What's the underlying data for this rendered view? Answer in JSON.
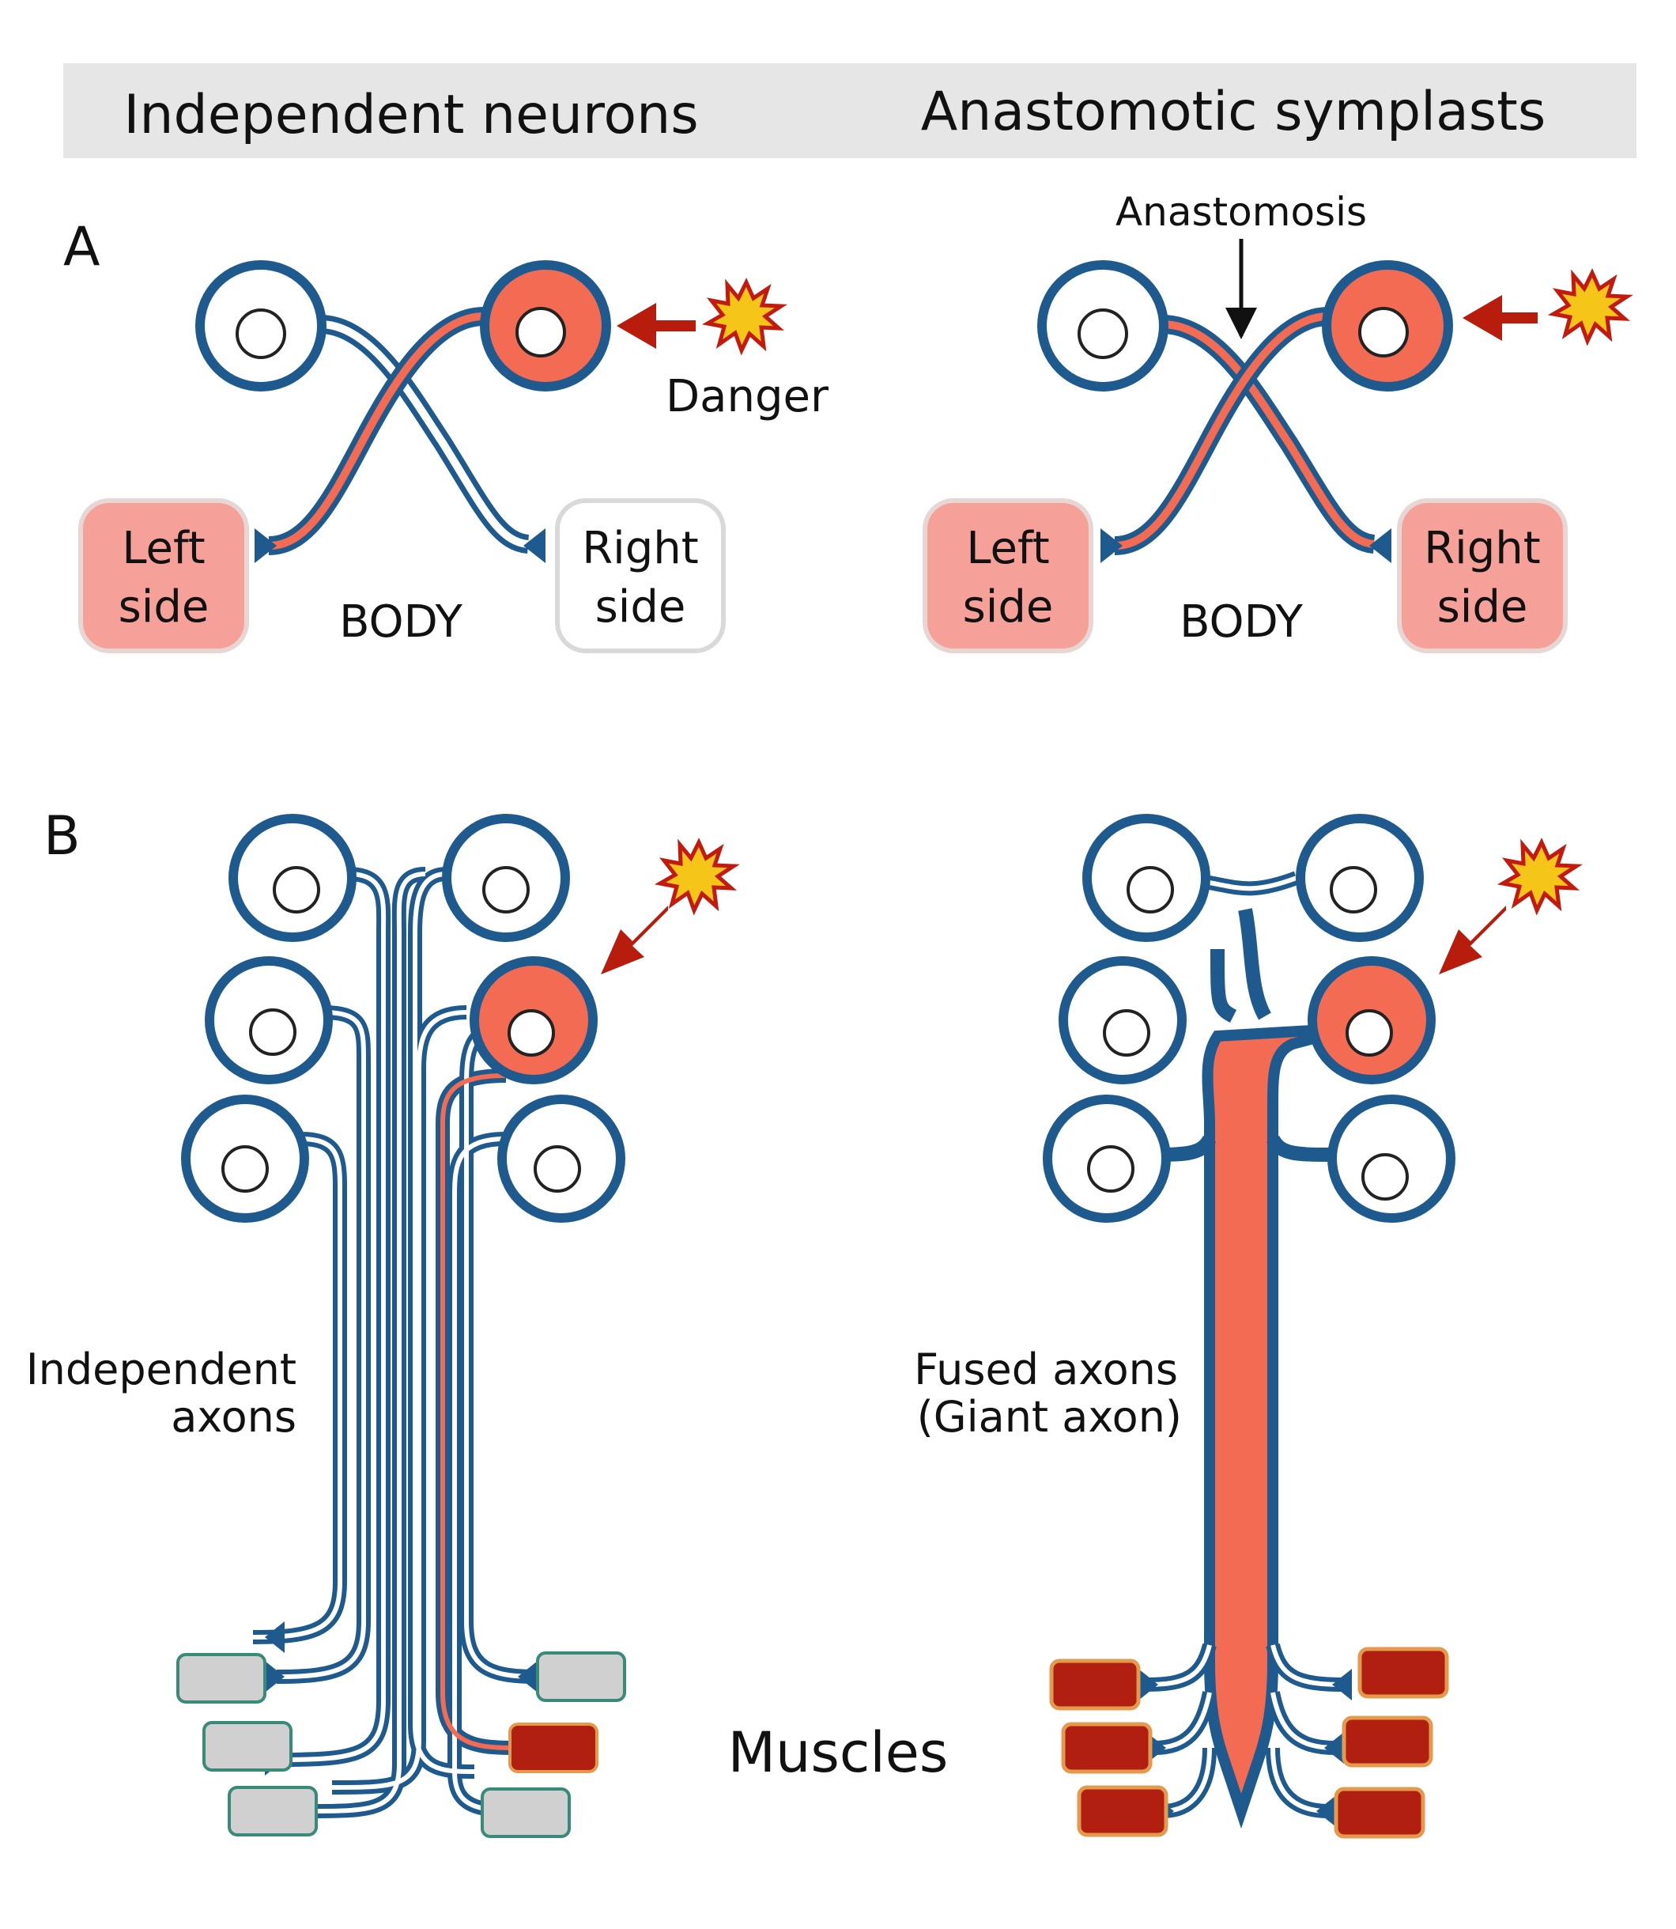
{
  "header": {
    "left_title": "Independent neurons",
    "right_title": "Anastomotic symplasts"
  },
  "panel_a": {
    "label": "A",
    "anastomosis_label": "Anastomosis",
    "danger_label": "Danger",
    "left_side_line1": "Left",
    "left_side_line2": "side",
    "right_side_line1": "Right",
    "right_side_line2": "side",
    "body_label": "BODY"
  },
  "panel_b": {
    "label": "B",
    "independent_axons_line1": "Independent",
    "independent_axons_line2": "axons",
    "fused_axons_line1": "Fused axons",
    "fused_axons_line2": "(Giant axon)",
    "muscles_label": "Muscles"
  },
  "colors": {
    "neuron_outline": "#1f5a8e",
    "activated_fill": "#f26b52",
    "target_pink": "#f5a19a",
    "muscle_active": "#b01f10",
    "muscle_inactive": "#d0d0d0",
    "header_band": "#e6e6e6",
    "danger_arrow": "#b81c0c",
    "burst": "#f5c518"
  }
}
